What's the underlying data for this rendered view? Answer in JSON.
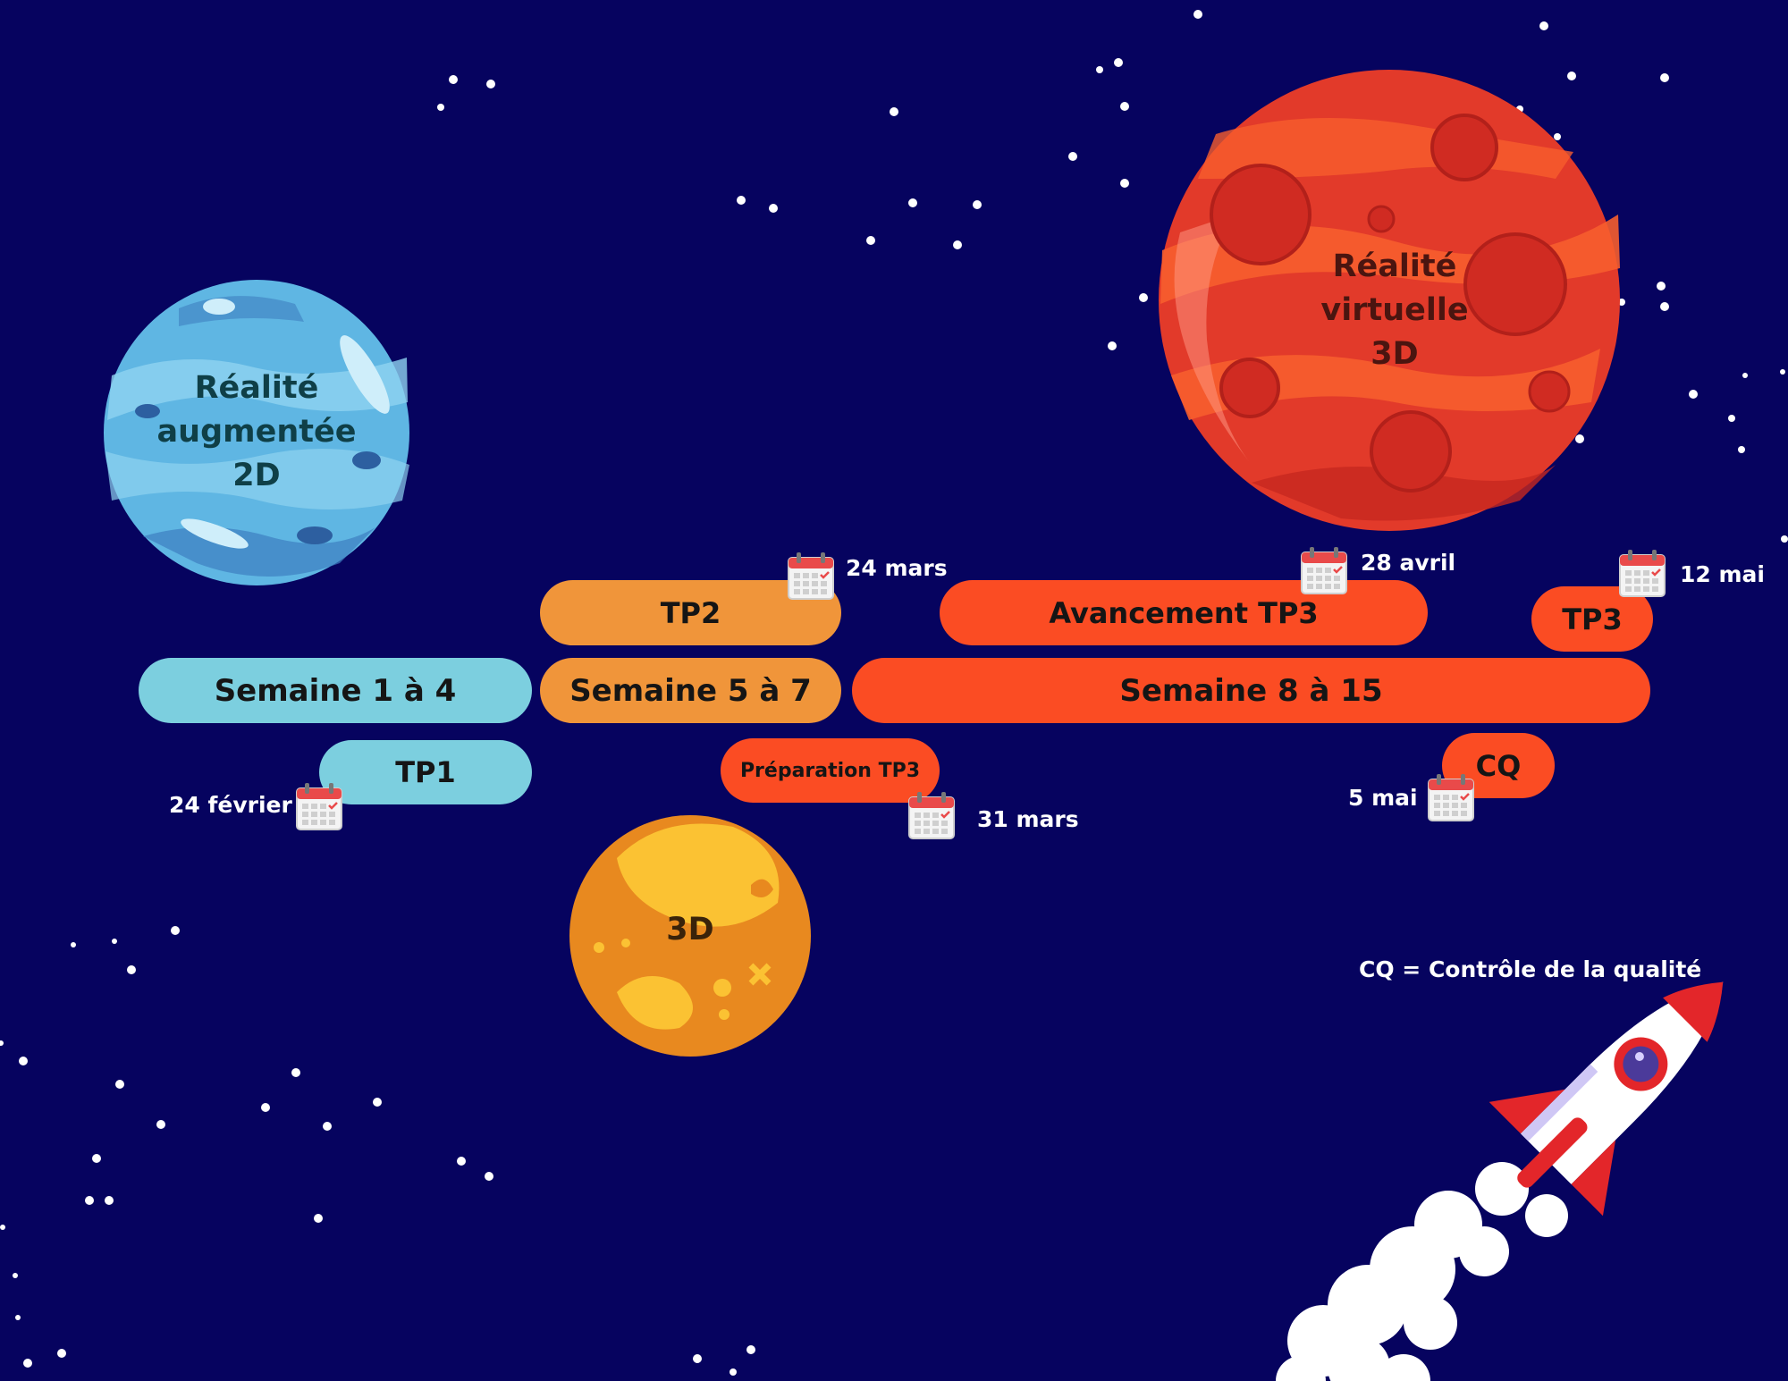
{
  "planets": {
    "ar_2d": [
      "Réalité",
      "augmentée",
      "2D"
    ],
    "vr_3d": [
      "Réalité",
      "virtuelle",
      "3D"
    ],
    "mid_3d": [
      "3D"
    ]
  },
  "weeks": {
    "w1": "Semaine 1 à 4",
    "w2": "Semaine 5 à 7",
    "w3": "Semaine 8 à 15"
  },
  "tasks": {
    "tp1": "TP1",
    "tp2": "TP2",
    "prep_tp3": "Préparation TP3",
    "avancement_tp3": "Avancement TP3",
    "tp3": "TP3",
    "cq": "CQ"
  },
  "dates": {
    "d1": "24 février",
    "d2": "24 mars",
    "d3": "31 mars",
    "d4": "28 avril",
    "d5": "5 mai",
    "d6": "12 mai"
  },
  "legend": "CQ = Contrôle de la qualité",
  "colors": {
    "background": "#06035f",
    "blue": "#7ccfdf",
    "orange": "#f0953a",
    "red": "#fb4c23"
  }
}
